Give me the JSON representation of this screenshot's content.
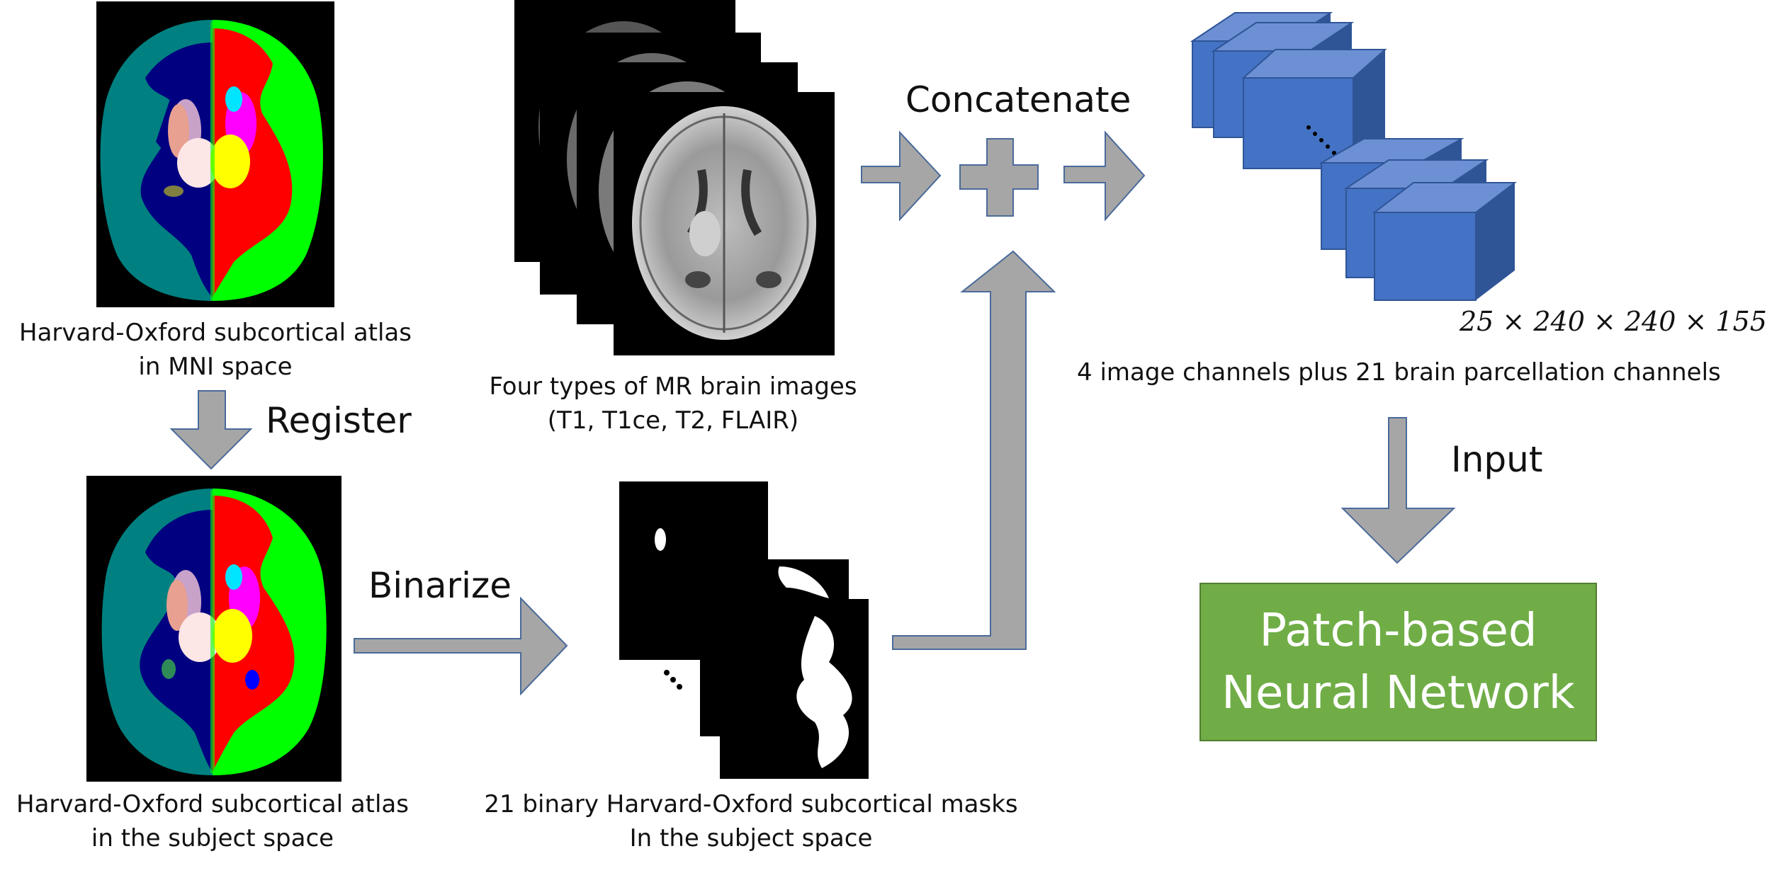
{
  "captions": {
    "atlas_mni_line1": "Harvard-Oxford subcortical atlas",
    "atlas_mni_line2": "in MNI space",
    "atlas_subject_line1": "Harvard-Oxford subcortical atlas",
    "atlas_subject_line2": "in the subject space",
    "mr_line1": "Four types of MR brain images",
    "mr_line2": "(T1, T1ce, T2, FLAIR)",
    "masks_line1": "21 binary Harvard-Oxford subcortical masks",
    "masks_line2": "In the subject space",
    "channels": "4 image channels plus 21 brain parcellation channels",
    "dimensions": "25 × 240 × 240 × 155"
  },
  "steps": {
    "register": "Register",
    "binarize": "Binarize",
    "concatenate": "Concatenate",
    "input": "Input"
  },
  "network": {
    "line1": "Patch-based",
    "line2": "Neural Network"
  },
  "colors": {
    "arrow_fill": "#a6a6a6",
    "arrow_stroke": "#4a6a9a",
    "cube_front": "#4472c4",
    "cube_top": "#6d8fd3",
    "cube_side": "#2f5597",
    "network_fill": "#70ad47",
    "atlas_teal": "#008080",
    "atlas_navy": "#000080",
    "atlas_green": "#00ff00",
    "atlas_red": "#ff0000"
  }
}
